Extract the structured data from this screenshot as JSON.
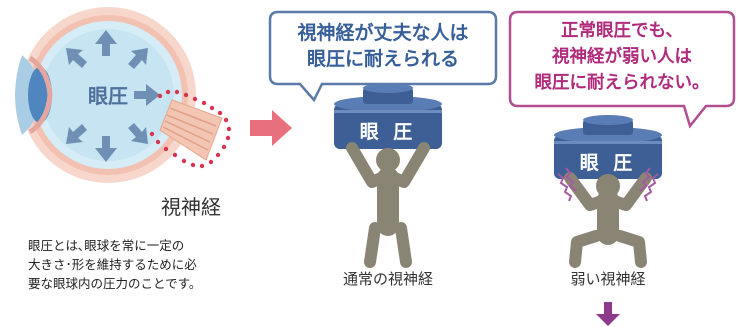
{
  "eye": {
    "pressure_label": "眼圧",
    "nerve_label": "視神経"
  },
  "description": "眼圧とは､眼球を常に一定の\n大きさ･形を維持するために必\n要な眼球内の圧力のことです。",
  "normal": {
    "bubble_text": "視神経が丈夫な人は\n眼圧に耐えられる",
    "weight_label": "眼 圧",
    "caption": "通常の視神経"
  },
  "weak": {
    "bubble_text": "正常眼圧でも、\n視神経が弱い人は\n眼圧に耐えられない。",
    "weight_label": "眼 圧",
    "caption": "弱い視神経"
  },
  "colors": {
    "eye_fill": "#c9e6f3",
    "eye_outer": "#f5cfc2",
    "arrow_blue": "#6f8fb4",
    "pink_arrow": "#e8707d",
    "nerve_fill": "#f4c9b6",
    "nerve_dots": "#d8344f",
    "normal_bubble_border": "#5b7aa8",
    "normal_bubble_text": "#375f9a",
    "weak_bubble_border": "#b14e8f",
    "weak_bubble_text": "#b02b7c",
    "weight_blue": "#3d5f96",
    "figure": "#8a8474",
    "strain_lines": "#a35aa3",
    "down_arrow": "#8d3a8d"
  }
}
